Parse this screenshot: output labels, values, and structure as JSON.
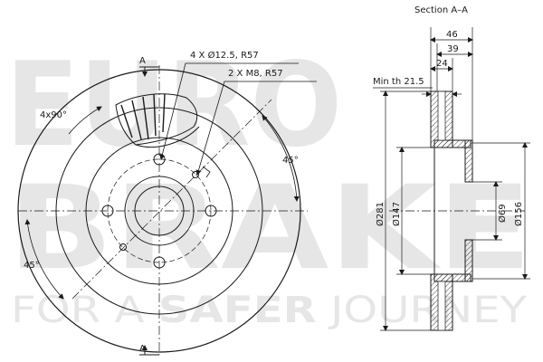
{
  "watermark": {
    "line1": "EURO",
    "line2": "BRAKE",
    "tagline_a": "FOR A ",
    "tagline_b": "SAFER",
    "tagline_c": " JOURNEY"
  },
  "front_view": {
    "section_mark_top": "A",
    "section_mark_bottom": "A",
    "callout_holes": "4 X Ø12.5, R57",
    "callout_threads": "2 X M8, R57",
    "angle_hole_pattern": "4x90°",
    "angle_right": "45°",
    "angle_left": "45°"
  },
  "section_view": {
    "title": "Section A–A",
    "dim_overall_height": "46",
    "dim_hat_height": "39",
    "dim_thickness": "24",
    "min_thickness": "Min th 21.5",
    "dia_outer": "Ø281",
    "dia_hat": "Ø147",
    "dia_center_bore": "Ø69",
    "dia_hub": "Ø156"
  },
  "colors": {
    "line": "#1a1a1a",
    "watermark": "#e6e6e6"
  }
}
